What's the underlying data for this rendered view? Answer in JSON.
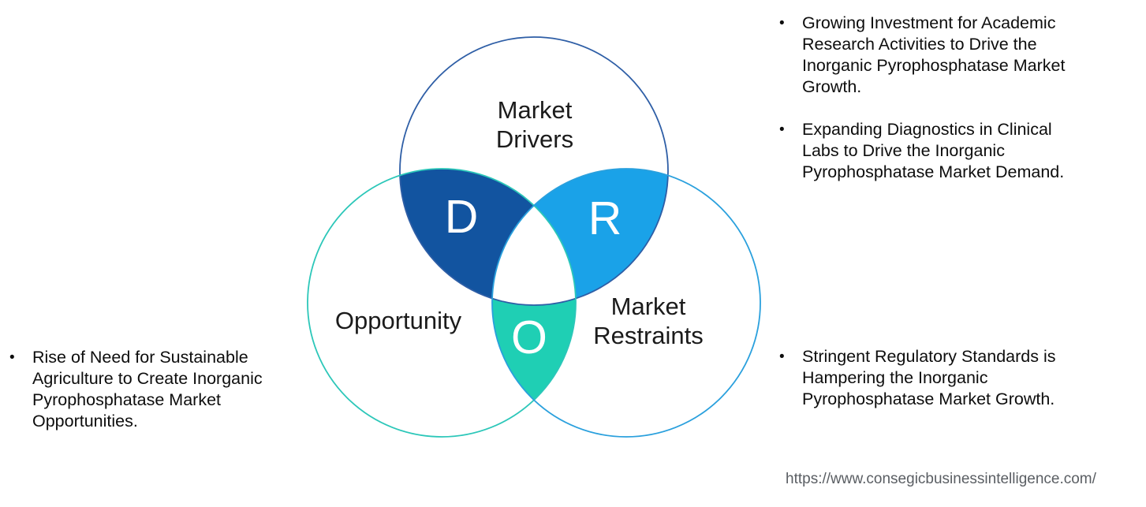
{
  "venn": {
    "letters": {
      "d": "D",
      "r": "R",
      "o": "O"
    },
    "labels": {
      "drivers": "Market\nDrivers",
      "opportunity": "Opportunity",
      "restraints": "Market\nRestraints"
    },
    "colors": {
      "drivers_fill": "#1254a0",
      "restraints_fill": "#1aa2e8",
      "opportunity_fill": "#1fcfb4",
      "drivers_stroke": "#2e5ea6",
      "opportunity_stroke": "#2cc7b9",
      "restraints_stroke": "#2aa0dd",
      "center_fill": "#ffffff"
    }
  },
  "annotations": {
    "bullet_char": "•",
    "top_right": [
      {
        "text": "Growing Investment for Academic\nResearch Activities to Drive the\nInorganic Pyrophosphatase Market\nGrowth."
      },
      {
        "text": "Expanding Diagnostics in Clinical\nLabs to Drive the Inorganic\nPyrophosphatase Market Demand."
      }
    ],
    "bottom_left": {
      "text": "Rise of Need for Sustainable\nAgriculture to Create Inorganic\nPyrophosphatase Market\nOpportunities."
    },
    "bottom_right": {
      "text": "Stringent Regulatory Standards is\nHampering the Inorganic\nPyrophosphatase Market Growth."
    }
  },
  "footer": {
    "url": "https://www.consegicbusinessintelligence.com/"
  }
}
